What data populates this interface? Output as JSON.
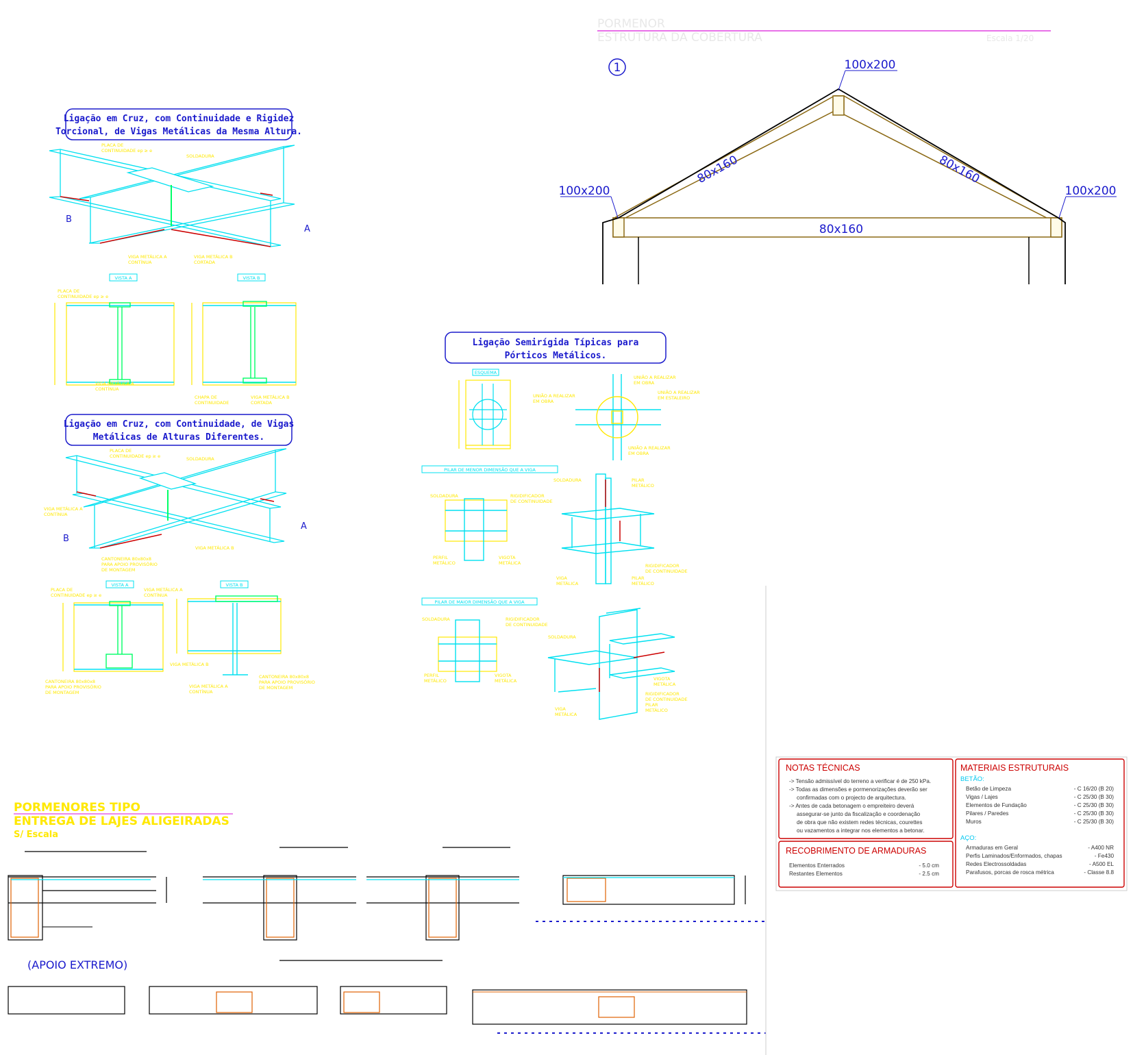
{
  "roof": {
    "header": "PORMENOR",
    "subheader": "ESTRUTURA DA COBERTURA",
    "scale": "Escala 1/20",
    "detail_number": "1",
    "top_label": "100x200",
    "left_label": "100x200",
    "right_label": "100x200",
    "rafter_left": "80x160",
    "rafter_right": "80x160",
    "tie_beam": "80x160"
  },
  "cross_equal": {
    "title_line1": "Ligação em Cruz, com Continuidade e Rigidez",
    "title_line2": "Torcional, de Vigas Metálicas da Mesma Altura.",
    "lbl_placa": "PLACA DE",
    "lbl_placa2": "CONTINUIDADE ep ≥ e",
    "lbl_soldadura": "SOLDADURA",
    "lbl_viga_a": "VIGA METÁLICA A",
    "lbl_viga_a2": "CONTÍNUA",
    "lbl_viga_b": "VIGA METÁLICA B",
    "lbl_viga_b2": "CORTADA",
    "mark_a": "A",
    "mark_b": "B",
    "vista_a": "VISTA A",
    "vista_b": "VISTA B",
    "lbl_chapa": "CHAPA DE",
    "lbl_chapa2": "CONTINUIDADE"
  },
  "cross_diff": {
    "title_line1": "Ligação em Cruz, com Continuidade, de Vigas",
    "title_line2": "Metálicas de Alturas Diferentes.",
    "lbl_placa": "PLACA DE",
    "lbl_placa2": "CONTINUIDADE ep ≥ e",
    "lbl_soldadura": "SOLDADURA",
    "lbl_viga_a": "VIGA METÁLICA A",
    "lbl_viga_a2": "CONTÍNUA",
    "lbl_viga_b": "VIGA METÁLICA B",
    "lbl_cant": "CANTONEIRA 80x80x8",
    "lbl_cant2": "PARA APOIO PROVISÓRIO",
    "lbl_cant3": "DE MONTAGEM",
    "mark_a": "A",
    "mark_b": "B",
    "vista_a": "VISTA A",
    "vista_b": "VISTA B"
  },
  "semirigid": {
    "title_line1": "Ligação Semirígida Típicas para",
    "title_line2": "Pórticos Metálicos.",
    "esquema": "ESQUEMA",
    "uniao_obra": "UNIÃO A REALIZAR",
    "em_obra": "EM OBRA",
    "em_estaleiro": "EM ESTALEIRO",
    "pilar_menor": "PILAR DE MENOR DIMENSÃO QUE A VIGA",
    "pilar_maior": "PILAR DE MAIOR DIMENSÃO QUE A VIGA",
    "soldadura": "SOLDADURA",
    "rigidificador": "RIGIDIFICADOR",
    "de_continuidade": "DE CONTINUIDADE",
    "perfil": "PERFIL",
    "metalico": "METÁLICO",
    "vigota": "VIGOTA",
    "metalica": "METÁLICA",
    "pilar": "PILAR",
    "viga": "VIGA"
  },
  "slabs": {
    "title1": "PORMENORES TIPO",
    "title2": "ENTREGA DE LAJES ALIGEIRADAS",
    "title3": "S/ Escala",
    "apoio": "(APOIO EXTREMO)"
  },
  "notes": {
    "title": "NOTAS TÉCNICAS",
    "items": [
      "-> Tensão admissível do terreno a verificar é de 250 kPa.",
      "-> Todas as dimensões e pormenorizações deverão ser",
      "confirmadas com o projecto de arquitectura.",
      "-> Antes de cada betonagem o empreiteiro deverá",
      "assegurar-se junto da fiscalização e coordenação",
      "de obra que não existem redes técnicas, courettes",
      "ou vazamentos a integrar nos elementos a betonar."
    ]
  },
  "cover": {
    "title": "RECOBRIMENTO DE ARMADURAS",
    "rows": [
      {
        "name": "Elementos Enterrados",
        "value": "- 5.0 cm"
      },
      {
        "name": "Restantes Elementos",
        "value": "- 2.5 cm"
      }
    ]
  },
  "materials": {
    "title": "MATERIAIS ESTRUTURAIS",
    "betao_label": "BETÃO:",
    "betao": [
      {
        "name": "Betão de Limpeza",
        "value": "- C 16/20  (B 20)"
      },
      {
        "name": "Vigas / Lajes",
        "value": "- C 25/30  (B 30)"
      },
      {
        "name": "Elementos de Fundação",
        "value": "- C 25/30  (B 30)"
      },
      {
        "name": "Pilares / Paredes",
        "value": "- C 25/30  (B 30)"
      },
      {
        "name": "Muros",
        "value": "- C 25/30  (B 30)"
      }
    ],
    "aco_label": "AÇO:",
    "aco": [
      {
        "name": "Armaduras em Geral",
        "value": "- A400 NR"
      },
      {
        "name": "Perfis Laminados/Enformados, chapas",
        "value": "- Fe430"
      },
      {
        "name": "Redes Electrossoldadas",
        "value": "- A500 EL"
      },
      {
        "name": "Parafusos, porcas de rosca métrica",
        "value": "- Classe 8.8"
      }
    ]
  },
  "colors": {
    "cad_blue": "#1a1acc",
    "cad_cyan": "#00e0f0",
    "cad_yellow": "#ffe800",
    "cad_red": "#cc0000",
    "timber": "#8b6914",
    "magenta": "#e040e0"
  }
}
